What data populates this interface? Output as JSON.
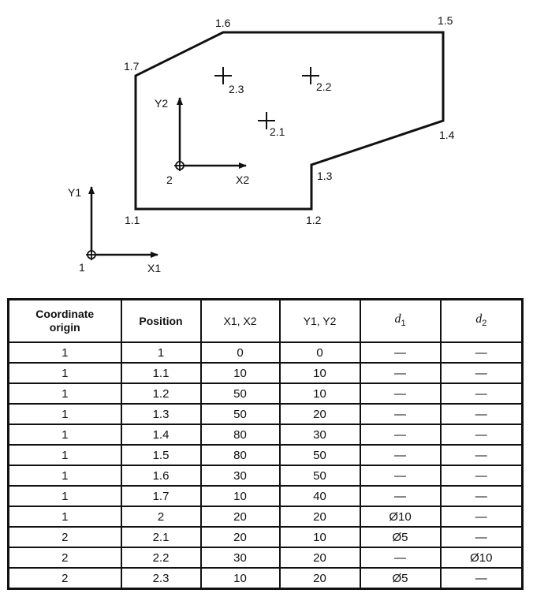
{
  "drawing": {
    "contour_points": [
      "1.1",
      "1.2",
      "1.3",
      "1.4",
      "1.5",
      "1.6",
      "1.7"
    ],
    "hole_labels": [
      "2.1",
      "2.2",
      "2.3"
    ],
    "origin_1": {
      "label": "1",
      "x_axis": "X1",
      "y_axis": "Y1"
    },
    "origin_2": {
      "label": "2",
      "x_axis": "X2",
      "y_axis": "Y2"
    }
  },
  "table": {
    "headers": [
      "Coordinate origin",
      "Position",
      "X1, X2",
      "Y1, Y2",
      "d",
      "d"
    ],
    "header_subs": [
      "1",
      "2"
    ],
    "rows": [
      [
        "1",
        "1",
        "0",
        "0",
        "—",
        "—"
      ],
      [
        "1",
        "1.1",
        "10",
        "10",
        "—",
        "—"
      ],
      [
        "1",
        "1.2",
        "50",
        "10",
        "—",
        "—"
      ],
      [
        "1",
        "1.3",
        "50",
        "20",
        "—",
        "—"
      ],
      [
        "1",
        "1.4",
        "80",
        "30",
        "—",
        "—"
      ],
      [
        "1",
        "1.5",
        "80",
        "50",
        "—",
        "—"
      ],
      [
        "1",
        "1.6",
        "30",
        "50",
        "—",
        "—"
      ],
      [
        "1",
        "1.7",
        "10",
        "40",
        "—",
        "—"
      ],
      [
        "1",
        "2",
        "20",
        "20",
        "Ø10",
        "—"
      ],
      [
        "2",
        "2.1",
        "20",
        "10",
        "Ø5",
        "—"
      ],
      [
        "2",
        "2.2",
        "30",
        "20",
        "—",
        "Ø10"
      ],
      [
        "2",
        "2.3",
        "10",
        "20",
        "Ø5",
        "—"
      ]
    ]
  }
}
